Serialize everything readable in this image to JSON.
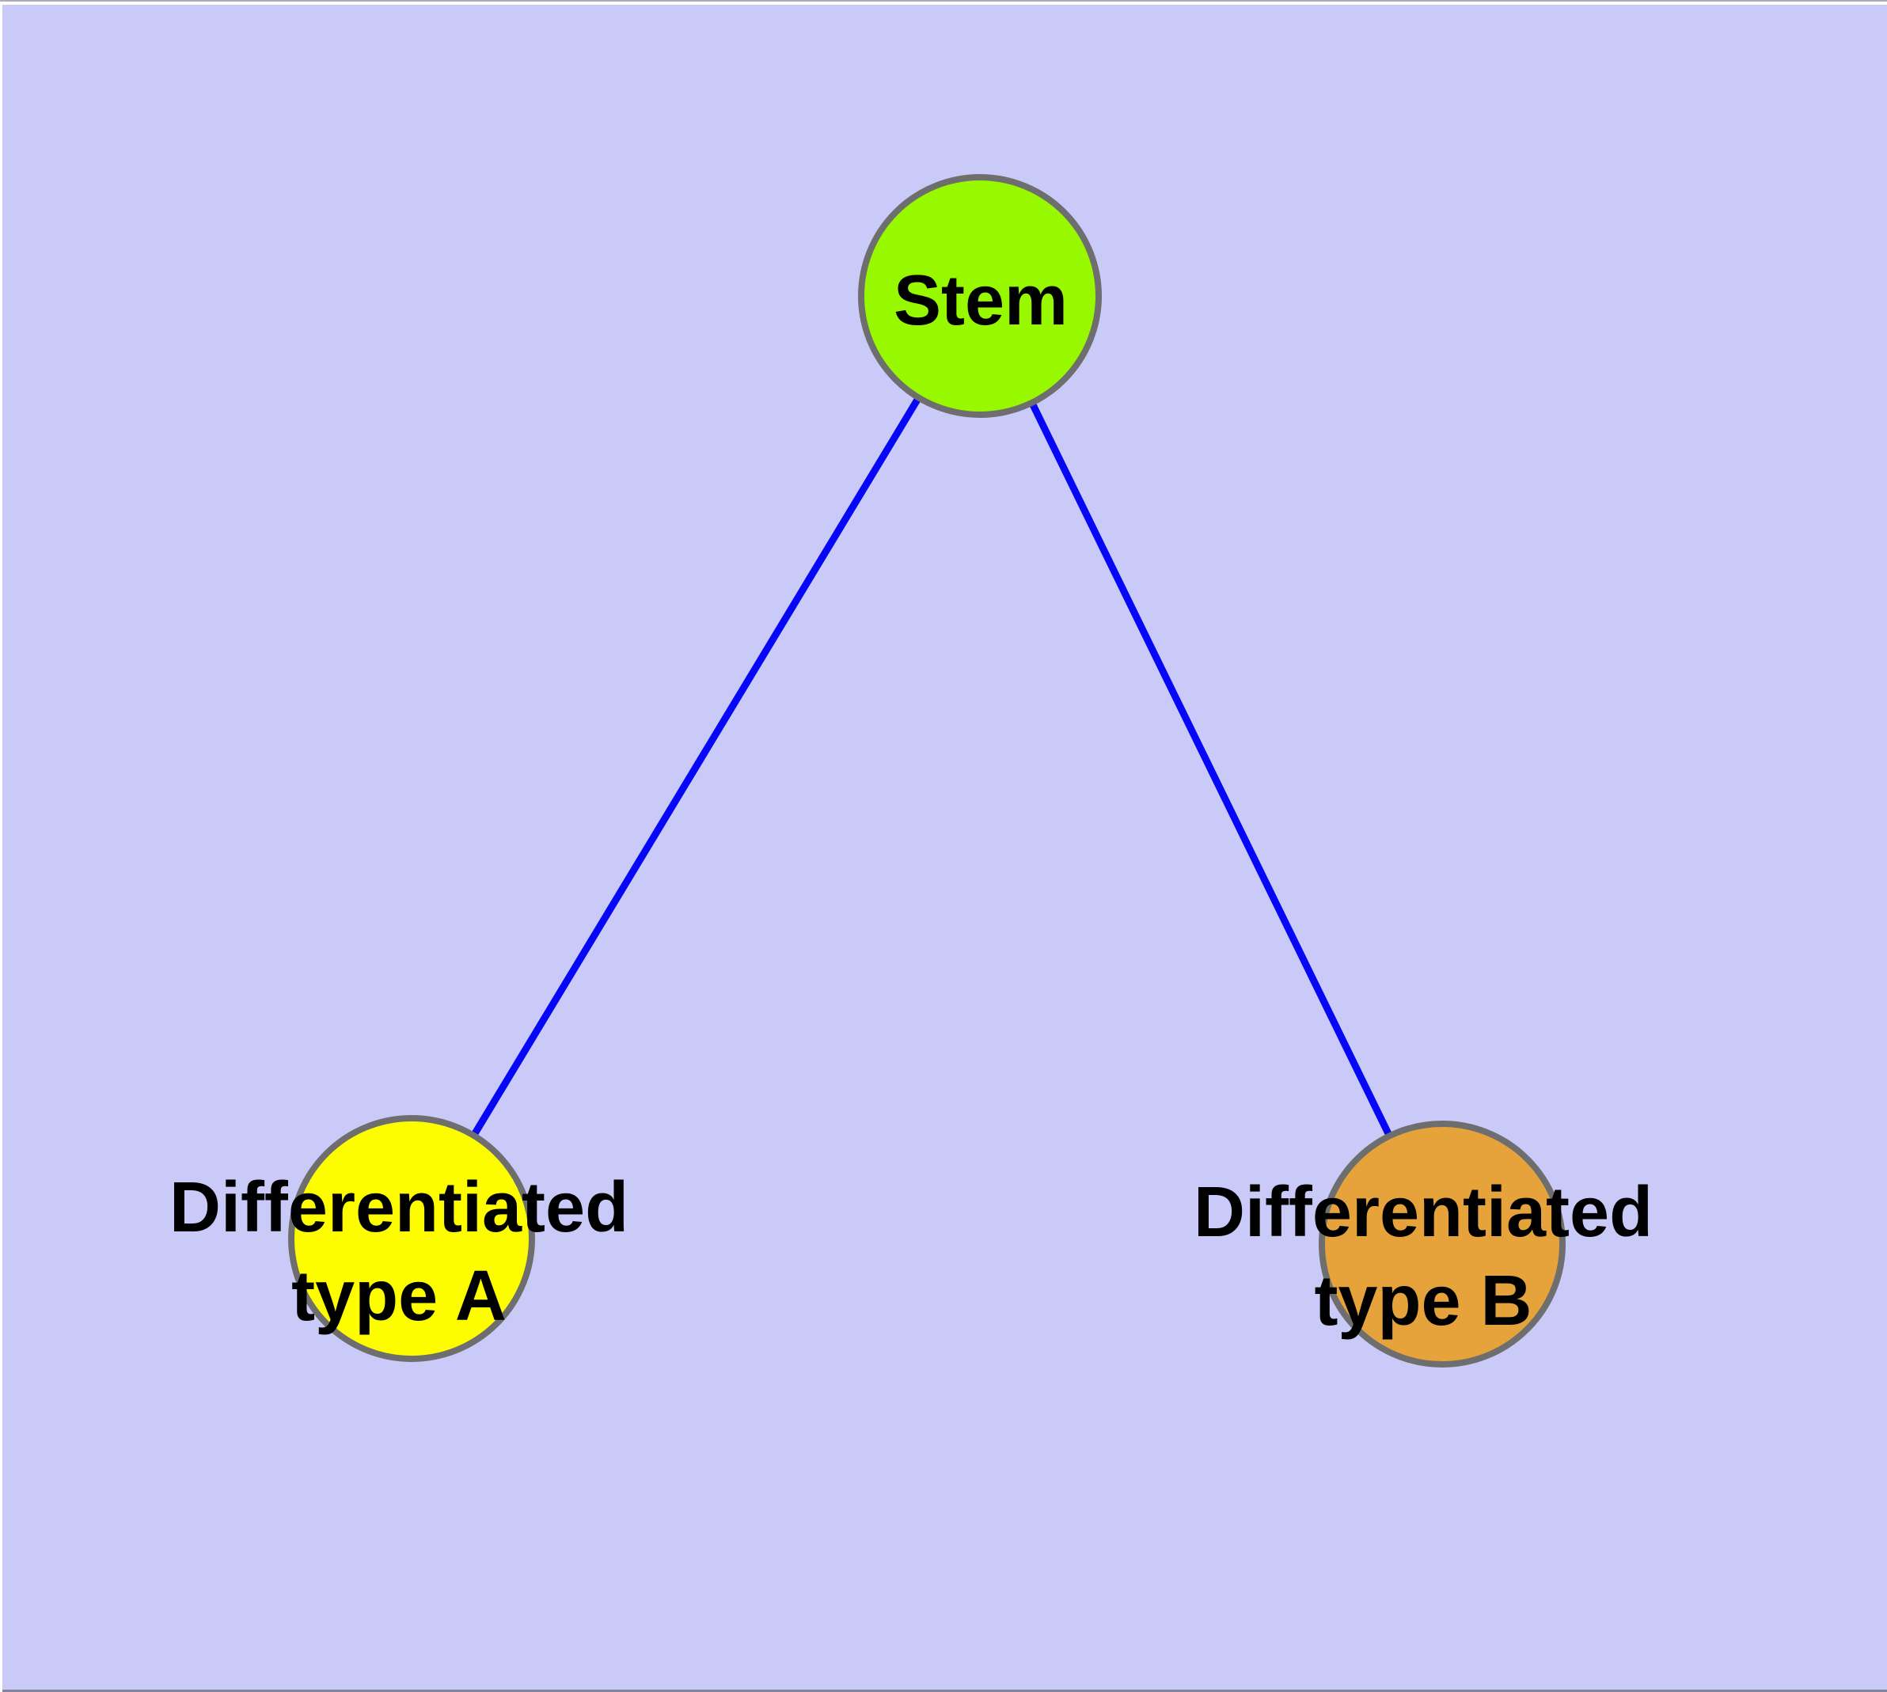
{
  "diagram": {
    "type": "graph",
    "background_color": "#CACAF8",
    "frame": {
      "page_color": "#FFFFFF",
      "top_edge_line_color": "#ABABBE",
      "bottom_edge_line_color": "#84849A"
    },
    "edge_style": {
      "color": "#0707F8",
      "width": 9
    },
    "node_border": {
      "color": "#6E6E6E",
      "width": 8
    },
    "label_color": "#000000",
    "nodes": [
      {
        "id": "stem",
        "label": "Stem",
        "lines": [
          "Stem"
        ],
        "fill": "#97F800"
      },
      {
        "id": "differentiated-type-a",
        "label": "Differentiated type A",
        "lines": [
          "Differentiated",
          "type A"
        ],
        "fill": "#FDFD00"
      },
      {
        "id": "differentiated-type-b",
        "label": "Differentiated type B",
        "lines": [
          "Differentiated",
          "type B"
        ],
        "fill": "#E6A33C"
      }
    ],
    "edges": [
      {
        "from": "Stem",
        "to": "Differentiated type A"
      },
      {
        "from": "Stem",
        "to": "Differentiated type B"
      }
    ]
  }
}
